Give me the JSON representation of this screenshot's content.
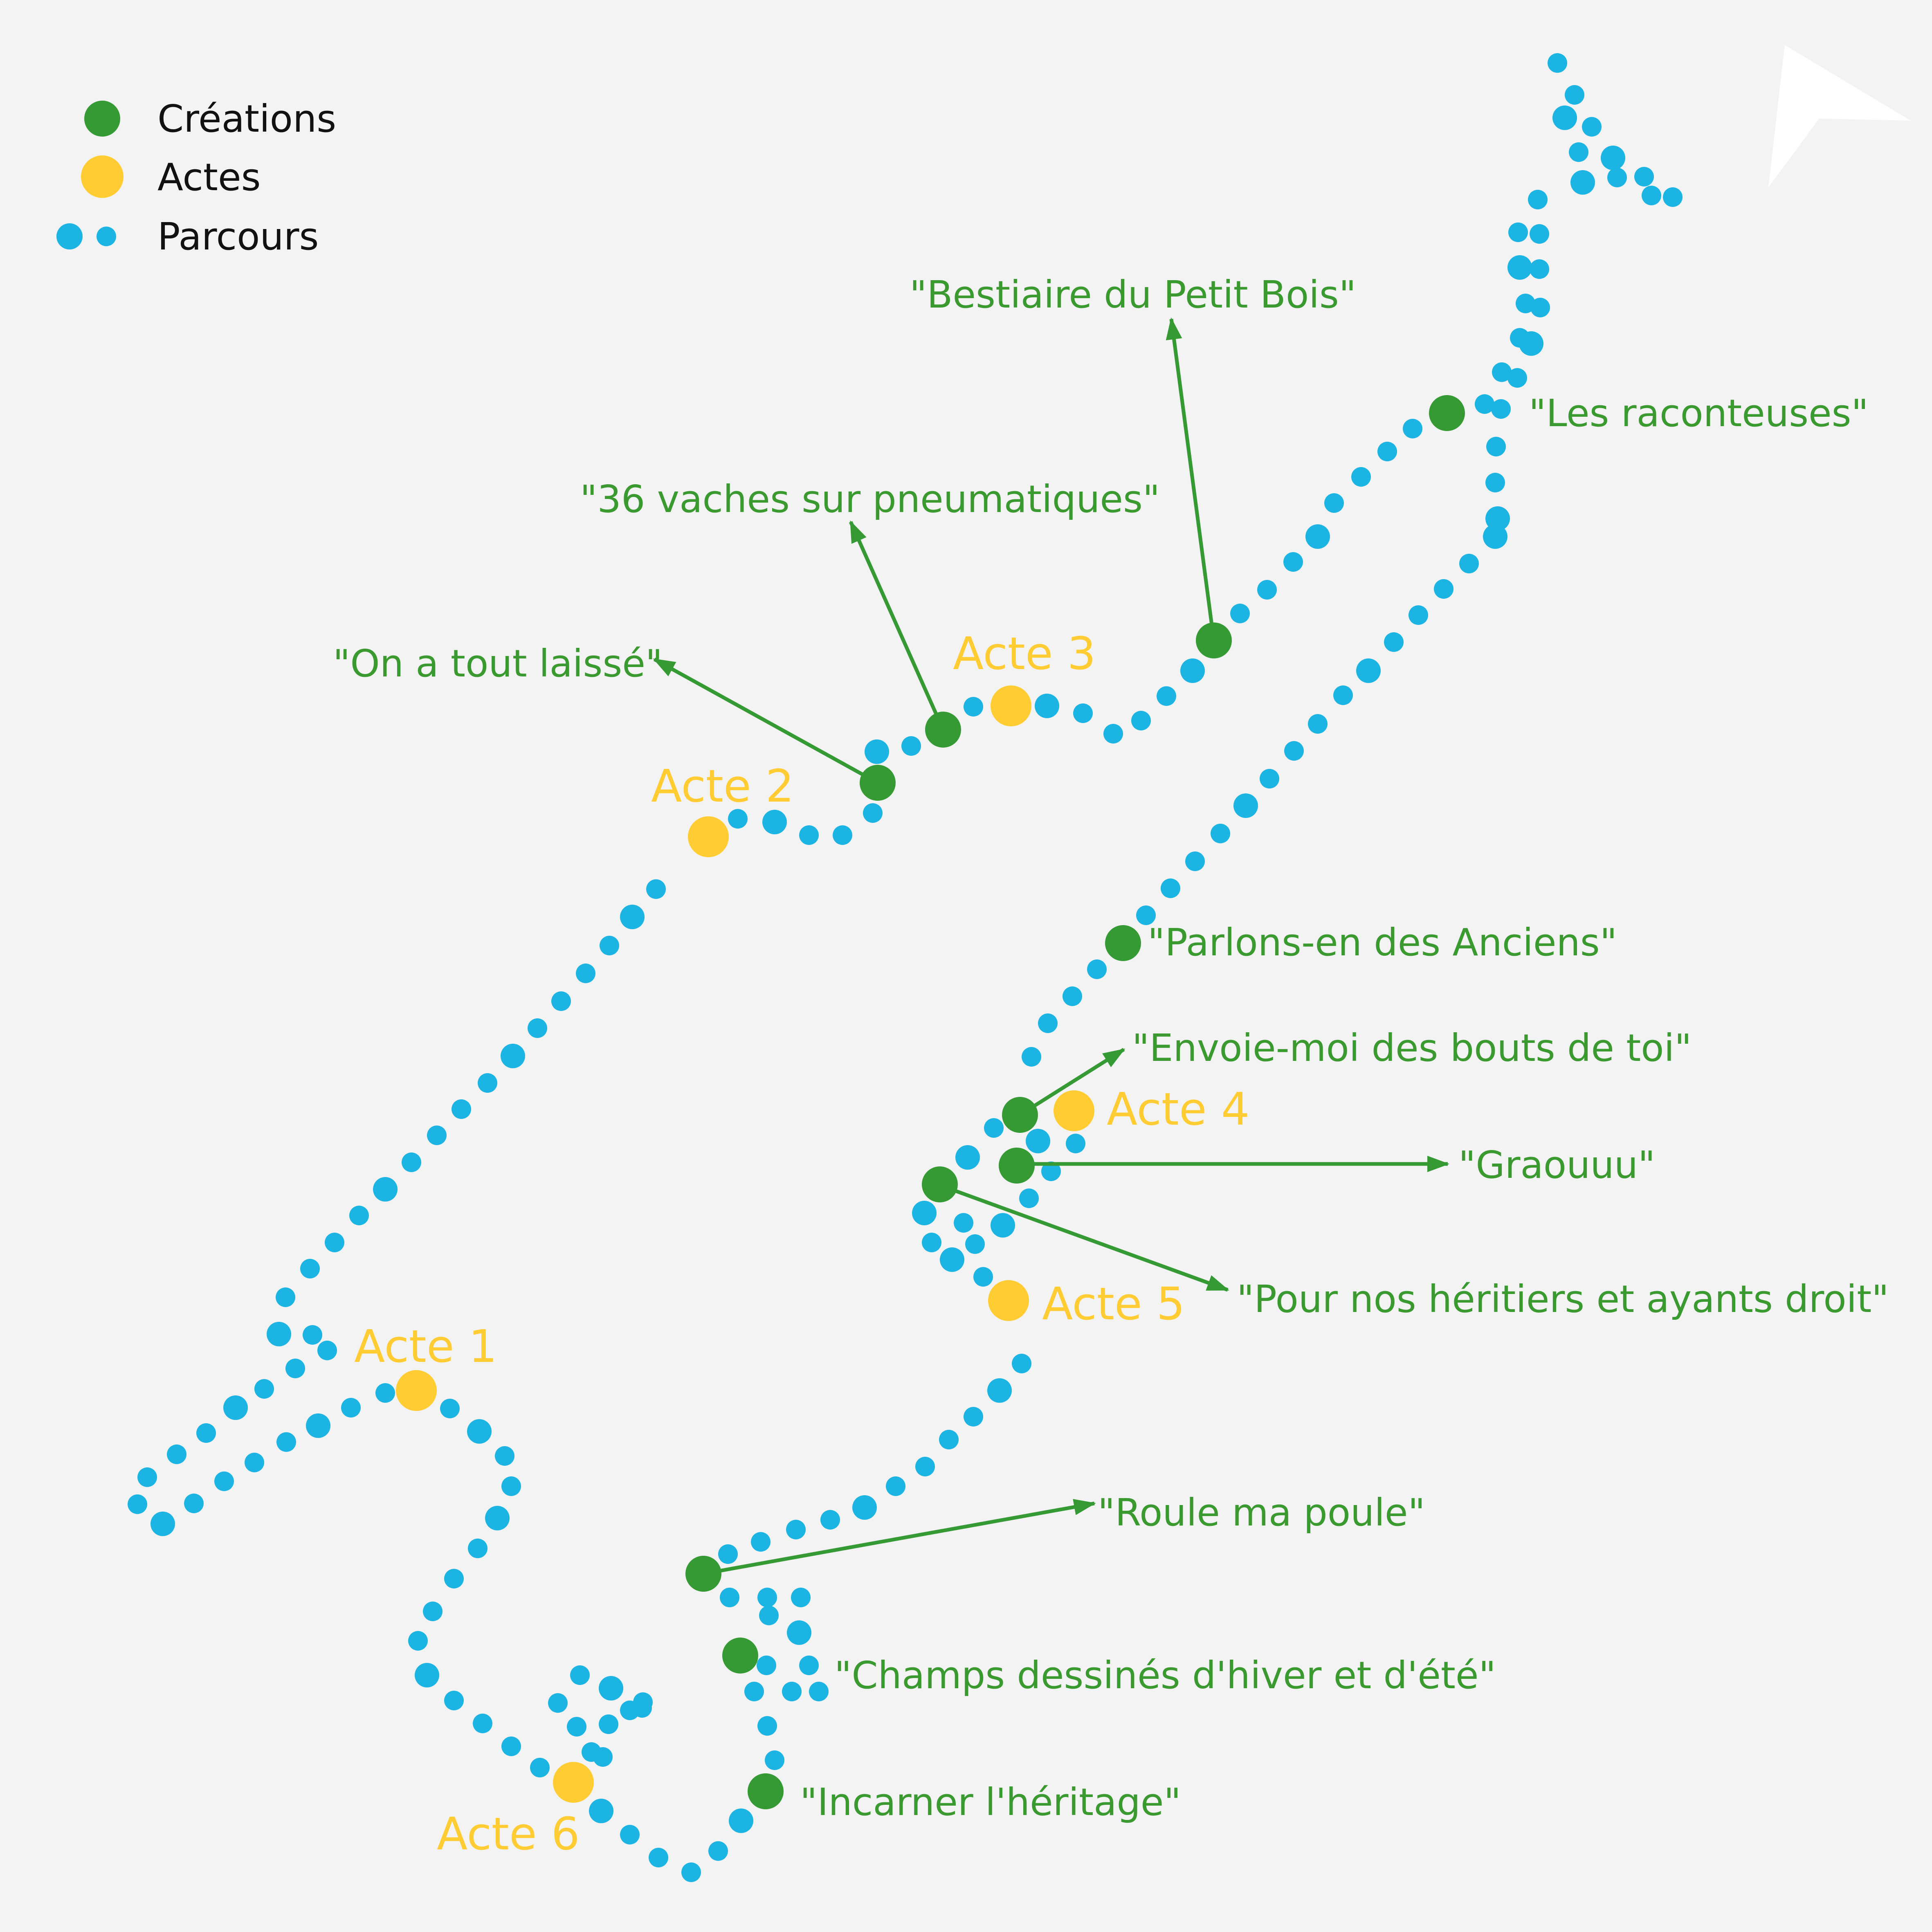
{
  "colors": {
    "background": "#f3f3f3",
    "creation": "#359a34",
    "acte": "#ffcc33",
    "parcours": "#1cb4e2",
    "arrow": "#359a34",
    "north_arrow": "#ffffff"
  },
  "legend": {
    "creations": "Créations",
    "actes": "Actes",
    "parcours": "Parcours"
  },
  "creations": [
    {
      "id": "raconteuses",
      "label": "\"Les raconteuses\""
    },
    {
      "id": "bestiaire",
      "label": "\"Bestiaire du Petit Bois\""
    },
    {
      "id": "vaches",
      "label": "\"36 vaches sur pneumatiques\""
    },
    {
      "id": "tout-laisse",
      "label": "\"On a tout laissé\""
    },
    {
      "id": "anciens",
      "label": "\"Parlons-en des Anciens\""
    },
    {
      "id": "bouts",
      "label": "\"Envoie-moi des bouts de toi\""
    },
    {
      "id": "graouuu",
      "label": "\"Graouuu\""
    },
    {
      "id": "heritiers",
      "label": "\"Pour nos héritiers et ayants droit\""
    },
    {
      "id": "roule",
      "label": "\"Roule ma poule\""
    },
    {
      "id": "champs",
      "label": "\"Champs dessinés d'hiver et d'été\""
    },
    {
      "id": "incarner",
      "label": "\"Incarner l'héritage\""
    }
  ],
  "actes": [
    {
      "id": "acte-1",
      "label": "Acte 1"
    },
    {
      "id": "acte-2",
      "label": "Acte 2"
    },
    {
      "id": "acte-3",
      "label": "Acte 3"
    },
    {
      "id": "acte-4",
      "label": "Acte 4"
    },
    {
      "id": "acte-5",
      "label": "Acte 5"
    },
    {
      "id": "acte-6",
      "label": "Acte 6"
    }
  ],
  "icons": {
    "north": "north-arrow-icon"
  }
}
